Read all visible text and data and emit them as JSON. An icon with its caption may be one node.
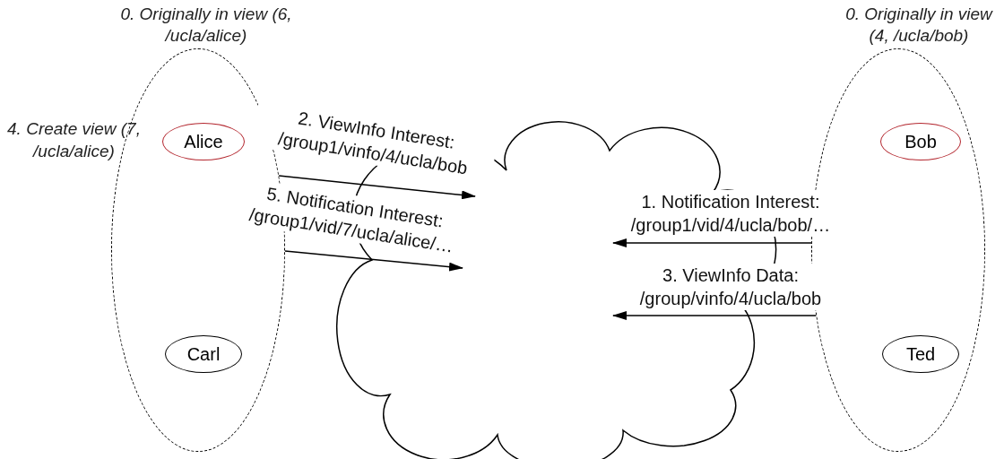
{
  "diagram": {
    "nodes": [
      {
        "text": [
          "0. Originally in view (6, /ucla/alice)"
        ],
        "beside": [
          "4. Create view (7, /ucla/alice)"
        ]
      },
      {
        "text": [
          "Alice"
        ],
        "in": 0
      },
      {
        "text": [
          "Carl"
        ],
        "in": 0
      },
      {
        "text": [],
        "shape": "cloud"
      },
      {
        "text": [
          "0. Originally in view (4, /ucla/bob)"
        ]
      },
      {
        "text": [
          "Bob"
        ],
        "in": 4
      },
      {
        "text": [
          "Ted"
        ],
        "in": 4
      }
    ],
    "edges": [
      {
        "from": 4,
        "to": 3,
        "arrow": "to",
        "label": "1. Notification Interest: /group1/vid/4/ucla/bob/…"
      },
      {
        "from": 0,
        "to": 3,
        "arrow": "to",
        "label": "2. ViewInfo Interest: /group1/vinfo/4/ucla/bob"
      },
      {
        "from": 4,
        "to": 3,
        "arrow": "to",
        "label": "3. ViewInfo Data: /group/vinfo/4/ucla/bob"
      },
      {
        "from": 0,
        "to": 3,
        "arrow": "to",
        "label": "5. Notification Interest: /group1/vid/7/ucla/alice/…"
      }
    ]
  }
}
